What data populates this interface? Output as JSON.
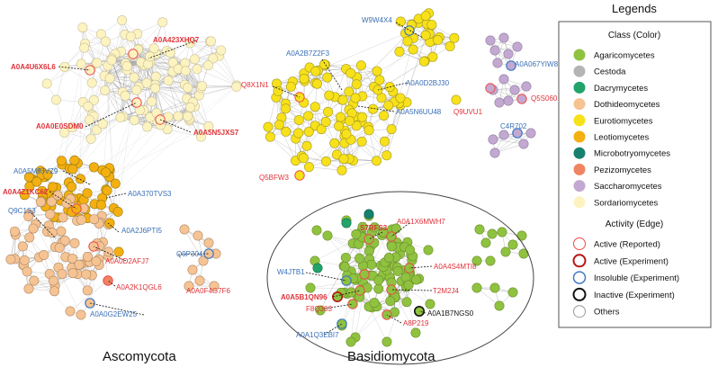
{
  "groups": {
    "ascomycota": "Ascomycota",
    "basidiomycota": "Basidiomycota"
  },
  "colors": {
    "Agaricomycetes": "#8fc23f",
    "Cestoda": "#b4b4b4",
    "Dacrymycetes": "#21a36a",
    "Dothideomycetes": "#f6c393",
    "Eurotiomycetes": "#f7e11a",
    "Leotiomycetes": "#f3b010",
    "Microbotryomycetes": "#17806e",
    "Pezizomycetes": "#ef8462",
    "Saccharomycetes": "#c3a8d1",
    "Sordariomycetes": "#fcf3c0",
    "edge": "#8a8a8a",
    "active_reported": "#f04a4a",
    "active_experiment": "#b81414",
    "insoluble": "#3e79c2",
    "inactive": "#111111",
    "others": "#999999",
    "red_label": "#e0323a",
    "blue_label": "#3a6fb5"
  },
  "legend": {
    "title": "Legends",
    "class_header": "Class (Color)",
    "classes": [
      {
        "name": "Agaricomycetes",
        "color": "#8fc23f"
      },
      {
        "name": "Cestoda",
        "color": "#b4b4b4"
      },
      {
        "name": "Dacrymycetes",
        "color": "#21a36a"
      },
      {
        "name": "Dothideomycetes",
        "color": "#f6c393"
      },
      {
        "name": "Eurotiomycetes",
        "color": "#f7e11a"
      },
      {
        "name": "Leotiomycetes",
        "color": "#f3b010"
      },
      {
        "name": "Microbotryomycetes",
        "color": "#17806e"
      },
      {
        "name": "Pezizomycetes",
        "color": "#ef8462"
      },
      {
        "name": "Saccharomycetes",
        "color": "#c3a8d1"
      },
      {
        "name": "Sordariomycetes",
        "color": "#fcf3c0"
      }
    ],
    "activity_header": "Activity (Edge)",
    "activities": [
      {
        "name": "Active (Reported)",
        "stroke": "#f04a4a",
        "width": 1
      },
      {
        "name": "Active (Experiment)",
        "stroke": "#b81414",
        "width": 2
      },
      {
        "name": "Insoluble (Experiment)",
        "stroke": "#3e79c2",
        "width": 1.5
      },
      {
        "name": "Inactive (Experiment)",
        "stroke": "#111111",
        "width": 2
      },
      {
        "name": "Others",
        "stroke": "#999999",
        "width": 1
      }
    ]
  },
  "labels": {
    "A0A423XHQ7": "A0A423XHQ7",
    "A0A4U6X6L6": "A0A4U6X6L6",
    "A0A0E0SDM0": "A0A0E0SDM0",
    "A0A5N5JXS7": "A0A5N5JXS7",
    "W9W4X4": "W9W4X4",
    "A0A2B7Z2F3": "A0A2B7Z2F3",
    "Q8X1N1": "Q8X1N1",
    "A0A0D2BJ30": "A0A0D2BJ30",
    "A0A5N6UU48": "A0A5N6UU48",
    "Q5BFW3": "Q5BFW3",
    "A0A067YIW8": "A0A067YIW8",
    "Q9UVU1": "Q9UVU1",
    "Q5S060": "Q5S060",
    "C4R702": "C4R702",
    "A0A5M9JVZ9": "A0A5M9JVZ9",
    "A0A4Z1KC62": "A0A4Z1KC62",
    "A0A370TVS3": "A0A370TVS3",
    "Q9C1S3": "Q9C1S3",
    "A0A2J6PTI5": "A0A2J6PTI5",
    "A0A0D2AFJ7": "A0A0D2AFJ7",
    "Q9P304": "Q9P304",
    "A0A2K1QGL6": "A0A2K1QGL6",
    "A0A0F4G7F6": "A0A0F4G7F6",
    "A0A0G2EW25": "A0A0G2EW25",
    "S7RFS3": "S7RFS3",
    "A0A1X6MWH7": "A0A1X6MWH7",
    "W4JTB1": "W4JTB1",
    "A0A4S4MTI8": "A0A4S4MTI8",
    "A0A5B1QN96": "A0A5B1QN96",
    "T2M2J4": "T2M2J4",
    "F8Q303": "F8Q303",
    "A0A1B7NGS0": "A0A1B7NGS0",
    "A8P219": "A8P219",
    "A0A1Q3EBI7": "A0A1Q3EBI7"
  }
}
